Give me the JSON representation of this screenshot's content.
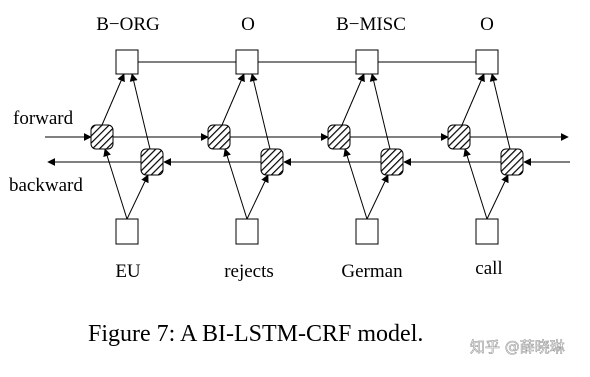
{
  "tags": [
    "B−ORG",
    "O",
    "B−MISC",
    "O"
  ],
  "words": [
    "EU",
    "rejects",
    "German",
    "call"
  ],
  "direction_labels": {
    "forward": "forward",
    "backward": "backward"
  },
  "caption": "Figure 7: A BI-LSTM-CRF model.",
  "watermark": "知乎 @薛晓琳"
}
